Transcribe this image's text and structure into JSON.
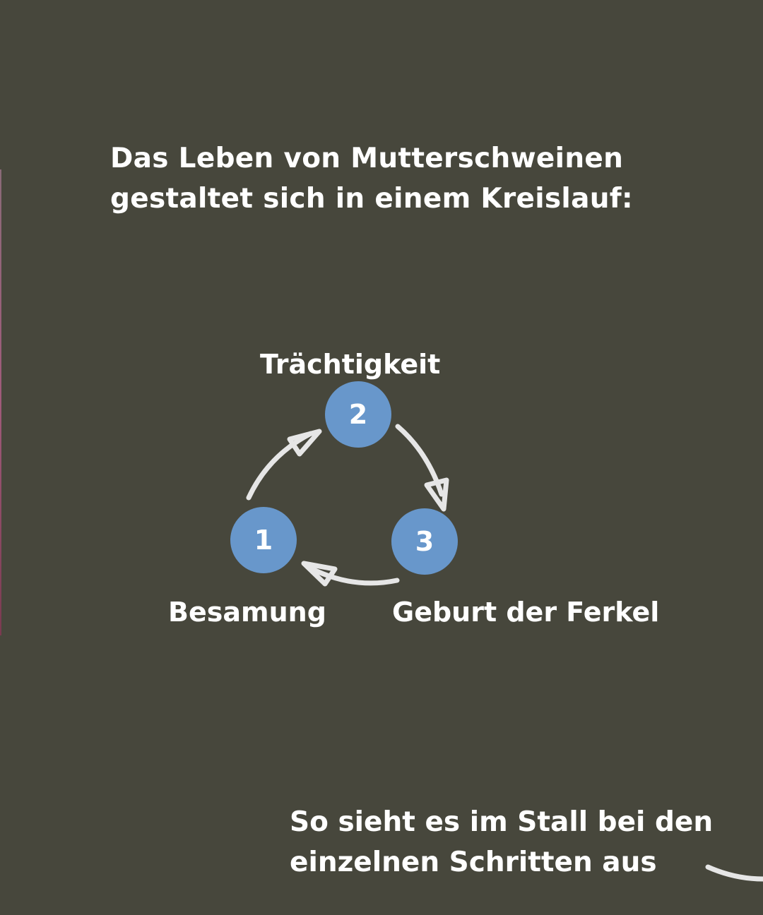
{
  "heading": {
    "line1": "Das Leben von Mutterschweinen",
    "line2": "gestaltet sich in einem Kreislauf:"
  },
  "cycle": {
    "steps": [
      {
        "number": "1",
        "label": "Besamung"
      },
      {
        "number": "2",
        "label": "Trächtigkeit"
      },
      {
        "number": "3",
        "label": "Geburt der Ferkel"
      }
    ],
    "circle_color": "#6897cb"
  },
  "footer": {
    "line1": "So sieht es im Stall bei den",
    "line2": "einzelnen Schritten aus"
  }
}
